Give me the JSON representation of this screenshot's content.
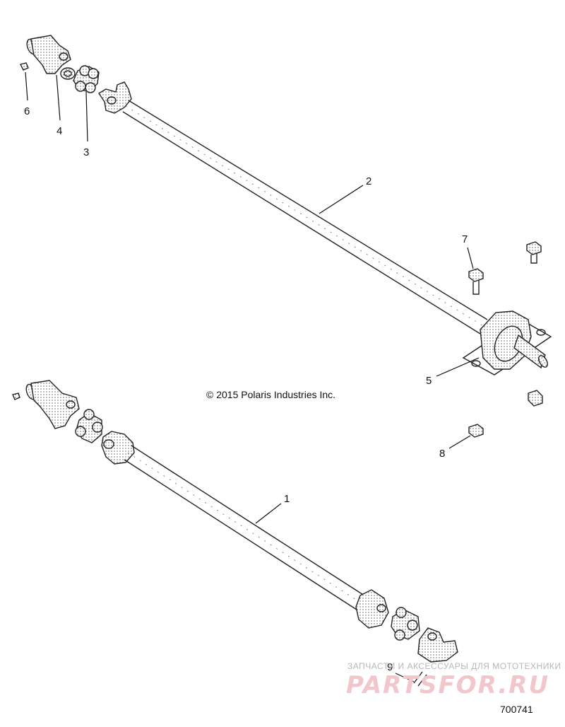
{
  "callouts": {
    "c1": "1",
    "c2": "2",
    "c3": "3",
    "c4": "4",
    "c5": "5",
    "c6": "6",
    "c7": "7",
    "c8": "8",
    "c9": "9"
  },
  "copyright": "© 2015 Polaris Industries Inc.",
  "watermark": {
    "tagline": "ЗАПЧАСТИ И АКСЕССУАРЫ ДЛЯ МОТОТЕХНИКИ",
    "brand": "PARTSFOR.RU"
  },
  "figure_code": "700741",
  "colors": {
    "line": "#222222",
    "watermark": "#f1c7cb"
  }
}
